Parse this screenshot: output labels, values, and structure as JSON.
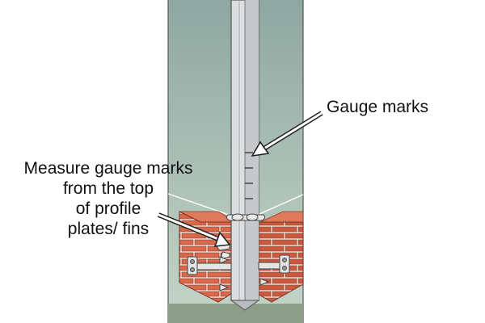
{
  "labels": {
    "gauge_marks": "Gauge marks",
    "measure_lines": [
      "Measure gauge marks",
      "from the top",
      "of profile",
      "plates/ fins"
    ]
  },
  "colors": {
    "background": "#ffffff",
    "sky_top": "#8fa7a1",
    "sky_bottom": "#c4d5c8",
    "ground": "#8c9e88",
    "brick": "#d9674a",
    "brick_dark": "#b84f34",
    "mortar": "#f3f0ea",
    "post": "#dcdedf",
    "post_shade": "#b8bcbe",
    "outline": "#333333",
    "text": "#111111"
  }
}
